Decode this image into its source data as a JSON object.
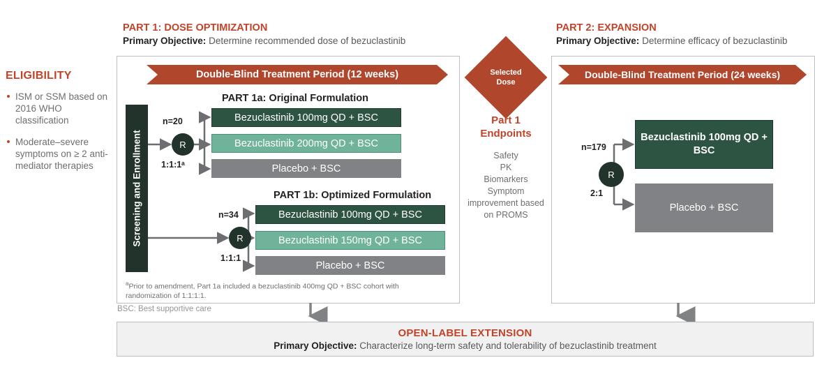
{
  "eligibility": {
    "title": "ELIGIBILITY",
    "items": [
      "ISM or SSM based on 2016 WHO classification",
      "Moderate–severe symptoms on ≥ 2 anti-mediator therapies"
    ]
  },
  "part1": {
    "title": "PART 1: DOSE OPTIMIZATION",
    "objective_label": "Primary Objective:",
    "objective_text": "Determine recommended dose of bezuclastinib",
    "banner": "Double-Blind Treatment Period  (12 weeks)",
    "screening_label": "Screening and Enrollment",
    "part1a": {
      "title": "PART 1a: Original Formulation",
      "n": "n=20",
      "ratio": "1:1:1ᵃ",
      "randomize": "R",
      "arms": [
        "Bezuclastinib  100mg QD + BSC",
        "Bezuclastinib 200mg QD + BSC",
        "Placebo + BSC"
      ]
    },
    "part1b": {
      "title": "PART 1b: Optimized Formulation",
      "n": "n=34",
      "ratio": "1:1:1",
      "randomize": "R",
      "arms": [
        "Bezuclastinib  100mg QD + BSC",
        "Bezuclastinib 150mg QD + BSC",
        "Placebo + BSC"
      ]
    },
    "footnote": "Prior to amendment, Part 1a included a bezuclastinib 400mg QD + BSC cohort with randomization of 1:1:1:1.",
    "footnote_marker": "a",
    "bsc_note": "BSC: Best supportive care"
  },
  "middle": {
    "diamond_line1": "Selected",
    "diamond_line2": "Dose",
    "endpoints_title_line1": "Part 1",
    "endpoints_title_line2": "Endpoints",
    "endpoints": [
      "Safety",
      "PK",
      "Biomarkers",
      "Symptom improvement based on PROMS"
    ]
  },
  "part2": {
    "title": "PART 2: EXPANSION",
    "objective_label": "Primary Objective:",
    "objective_text": "Determine efficacy of bezuclastinib",
    "banner": "Double-Blind Treatment Period  (24 weeks)",
    "n": "n=179",
    "ratio": "2:1",
    "randomize": "R",
    "arms": [
      "Bezuclastinib 100mg QD + BSC",
      "Placebo + BSC"
    ]
  },
  "extension": {
    "title": "OPEN-LABEL EXTENSION",
    "objective_label": "Primary Objective:",
    "objective_text": "Characterize long-term safety and tolerability of bezuclastinib treatment"
  },
  "colors": {
    "accent_red": "#b0462c",
    "title_red": "#c0442a",
    "dark_green": "#2d5443",
    "light_green": "#6fb49a",
    "grey": "#808285",
    "circle_green": "#22332c"
  }
}
